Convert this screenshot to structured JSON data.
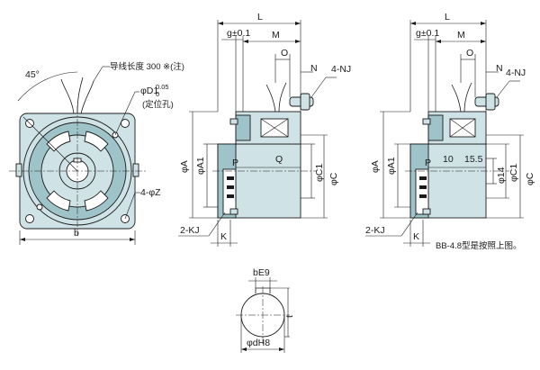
{
  "front_view": {
    "angle_label": "45°",
    "leadwire_note": "导线长度 300 ※(注)",
    "pin_hole_label": "φD1",
    "pin_hole_tol_upper": "0.05",
    "pin_hole_tol_lower": "0",
    "pin_hole_note": "(定位孔)",
    "hole_label": "4-φZ",
    "bottom_dim_label": "b"
  },
  "side_view_left": {
    "L": "L",
    "g": "g±0.1",
    "M": "M",
    "O": "O",
    "N": "N",
    "NJ": "4-NJ",
    "A": "φA",
    "A1": "φA1",
    "P": "P",
    "Q": "Q",
    "C1": "φC1",
    "C": "φC",
    "KJ": "2-KJ",
    "K": "K"
  },
  "side_view_right": {
    "L": "L",
    "g": "g±0.1",
    "M": "M",
    "O": "O",
    "N": "N",
    "NJ": "4-NJ",
    "A": "φA",
    "A1": "φA1",
    "P": "P",
    "d10": "10",
    "d15_5": "15.5",
    "d14": "φ14",
    "C1": "φC1",
    "C": "φC",
    "KJ": "2-KJ",
    "K": "K",
    "note": "BB-4.8型是按照上图。"
  },
  "bore_detail": {
    "width_label": "bE9",
    "dia_label": "φdH8",
    "t_label": "t"
  }
}
